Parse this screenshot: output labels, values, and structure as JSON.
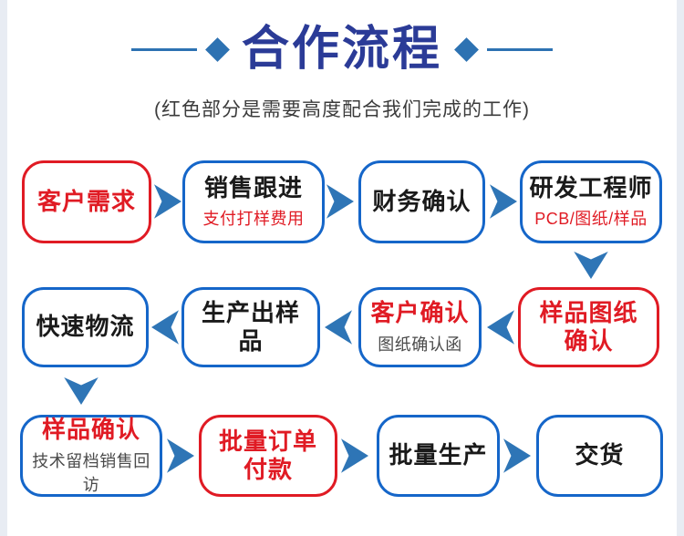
{
  "header": {
    "title": "合作流程",
    "subtitle": "(红色部分是需要高度配合我们完成的工作)"
  },
  "colors": {
    "blue": "#1566C9",
    "red": "#E01B24",
    "arrow": "#2E75B6",
    "title_blue": "#2B3B97",
    "accent": "#2D72B2",
    "edge_strip": "#E8ECF3",
    "text_dark": "#1A1A1A",
    "text_gray": "#4A4A4A"
  },
  "flow": {
    "rows": [
      {
        "boxes": [
          {
            "title": "客户需求",
            "border": "red",
            "title_color": "red"
          },
          {
            "title": "销售跟进",
            "subtitle": "支付打样费用",
            "sub_color": "red",
            "border": "blue",
            "title_color": "black"
          },
          {
            "title": "财务确认",
            "border": "blue",
            "title_color": "black"
          },
          {
            "title": "研发工程师",
            "subtitle": "PCB/图纸/样品",
            "sub_color": "red",
            "border": "blue",
            "title_color": "black"
          }
        ]
      },
      {
        "boxes": [
          {
            "title": "快速物流",
            "border": "blue",
            "title_color": "black"
          },
          {
            "title": "生产出样品",
            "border": "blue",
            "title_color": "black"
          },
          {
            "title": "客户确认",
            "subtitle": "图纸确认函",
            "sub_color": "gray",
            "border": "blue",
            "title_color": "red"
          },
          {
            "title": "样品图纸\n确认",
            "border": "red",
            "title_color": "red"
          }
        ]
      },
      {
        "boxes": [
          {
            "title": "样品确认",
            "subtitle": "技术留档销售回访",
            "sub_color": "gray",
            "border": "blue",
            "title_color": "red"
          },
          {
            "title": "批量订单\n付款",
            "border": "red",
            "title_color": "red"
          },
          {
            "title": "批量生产",
            "border": "blue",
            "title_color": "black"
          },
          {
            "title": "交货",
            "border": "blue",
            "title_color": "black"
          }
        ]
      }
    ]
  }
}
